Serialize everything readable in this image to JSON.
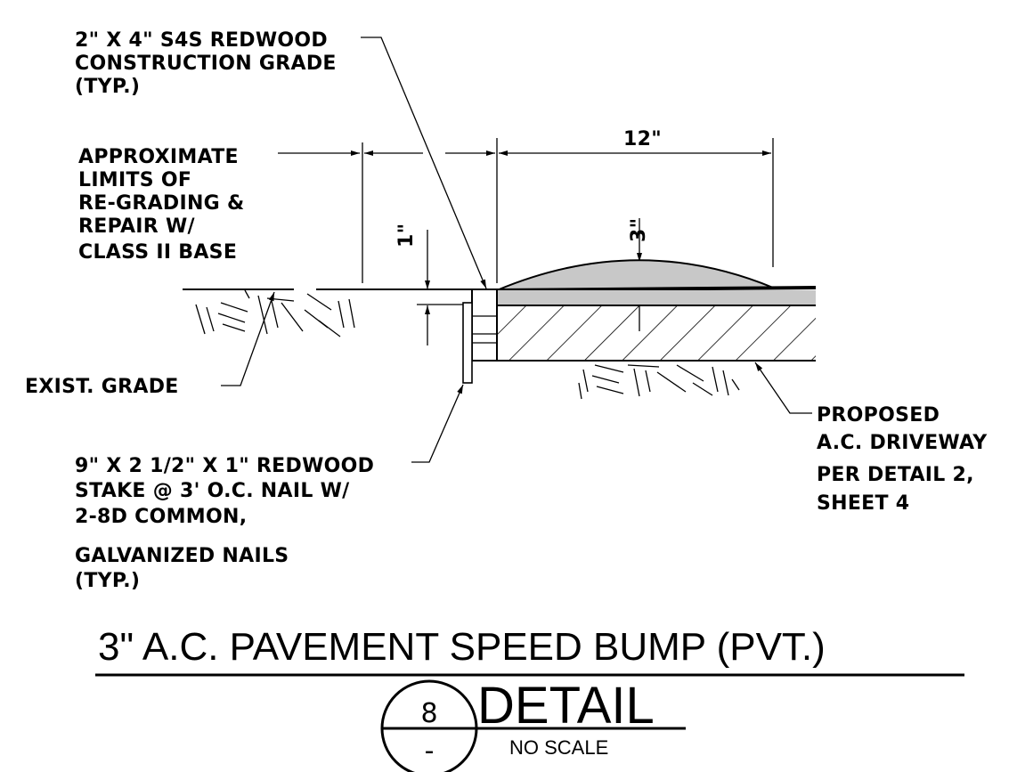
{
  "labels": {
    "redwood_board": [
      "2\" X 4\" S4S REDWOOD",
      "CONSTRUCTION GRADE",
      "(TYP.)"
    ],
    "regrading": [
      "APPROXIMATE",
      "LIMITS OF",
      "RE-GRADING &",
      "REPAIR W/",
      "CLASS II BASE"
    ],
    "exist_grade": "EXIST. GRADE",
    "stake": [
      "9\" X 2 1/2\" X 1\" REDWOOD",
      "STAKE @ 3' O.C. NAIL W/",
      "2-8D COMMON,",
      "GALVANIZED NAILS",
      "(TYP.)"
    ],
    "driveway": [
      "PROPOSED",
      "A.C. DRIVEWAY",
      "PER DETAIL 2,",
      "SHEET 4"
    ]
  },
  "dimensions": {
    "width": "12\"",
    "bump_height": "3\"",
    "step": "1\""
  },
  "title": "3\" A.C. PAVEMENT SPEED BUMP (PVT.)",
  "detail": {
    "number": "8",
    "sheet": "-",
    "word": "DETAIL",
    "scale": "NO SCALE"
  },
  "colors": {
    "bump_fill": "#c8c8c8",
    "ink": "#000000"
  }
}
